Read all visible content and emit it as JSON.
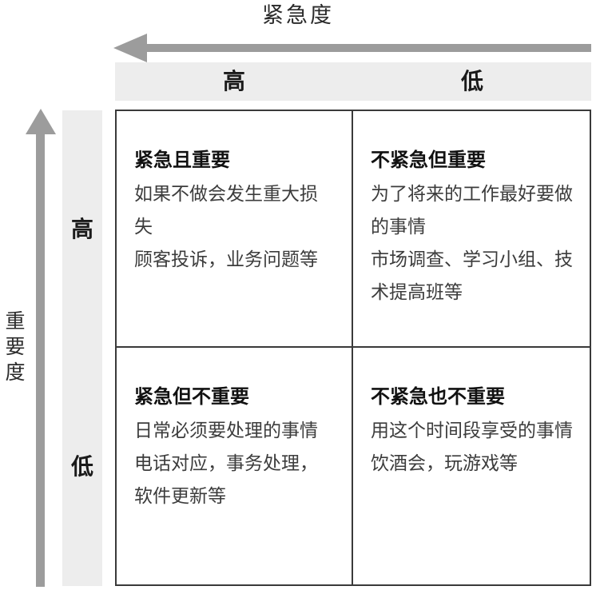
{
  "axes": {
    "horizontal": {
      "title": "紧急度",
      "arrow_direction": "left",
      "arrow_color": "#9c9c9c",
      "levels": [
        "高",
        "低"
      ]
    },
    "vertical": {
      "title": "重要度",
      "title_chars": [
        "重",
        "要",
        "度"
      ],
      "arrow_direction": "up",
      "arrow_color": "#9c9c9c",
      "levels": [
        "高",
        "低"
      ]
    }
  },
  "header_band_color": "#ededed",
  "grid_line_color": "#3a3a3a",
  "quadrants": [
    {
      "position": "top-left",
      "urgency": "高",
      "importance": "高",
      "title": "紧急且重要",
      "description": "如果不做会发生重大损失",
      "examples": "顾客投诉，业务问题等"
    },
    {
      "position": "top-right",
      "urgency": "低",
      "importance": "高",
      "title": "不紧急但重要",
      "description": "为了将来的工作最好要做的事情",
      "examples": "市场调查、学习小组、技术提高班等"
    },
    {
      "position": "bottom-left",
      "urgency": "高",
      "importance": "低",
      "title": "紧急但不重要",
      "description": "日常必须要处理的事情",
      "examples": "电话对应，事务处理，软件更新等"
    },
    {
      "position": "bottom-right",
      "urgency": "低",
      "importance": "低",
      "title": "不紧急也不重要",
      "description": "用这个时间段享受的事情",
      "examples": "饮酒会，玩游戏等"
    }
  ]
}
